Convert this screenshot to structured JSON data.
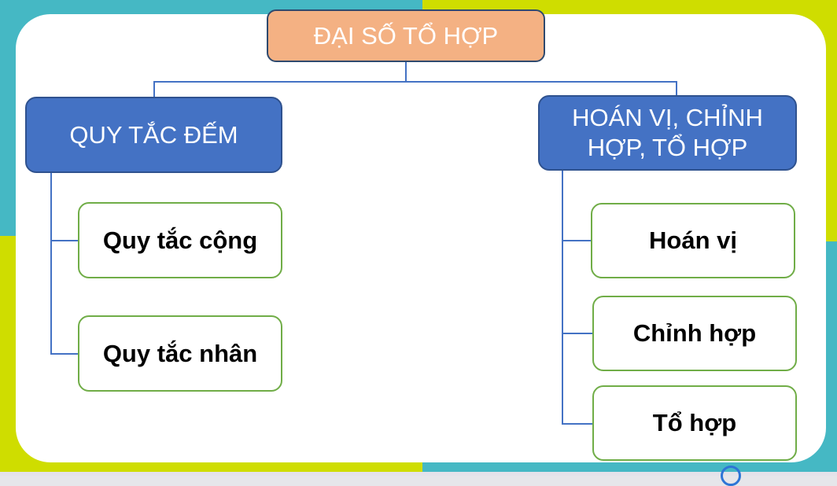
{
  "diagram": {
    "type": "tree",
    "root": {
      "label": "ĐẠI SỐ TỔ HỢP"
    },
    "branches": [
      {
        "label": "QUY TẮC ĐẾM",
        "children": [
          {
            "label": "Quy tắc cộng"
          },
          {
            "label": "Quy tắc nhân"
          }
        ]
      },
      {
        "label": "HOÁN VỊ, CHỈNH HỢP, TỔ HỢP",
        "label_lines": [
          "HOÁN VỊ, CHỈNH",
          "HỢP, TỔ HỢP"
        ],
        "children": [
          {
            "label": "Hoán vị"
          },
          {
            "label": "Chỉnh hợp"
          },
          {
            "label": "Tổ hợp"
          }
        ]
      }
    ]
  },
  "colors": {
    "background_teal": "#45b8c4",
    "background_lime": "#cfdd00",
    "root_fill": "#f4b183",
    "category_fill": "#4472c4",
    "leaf_border": "#70ad47",
    "connector": "#4472c4"
  }
}
